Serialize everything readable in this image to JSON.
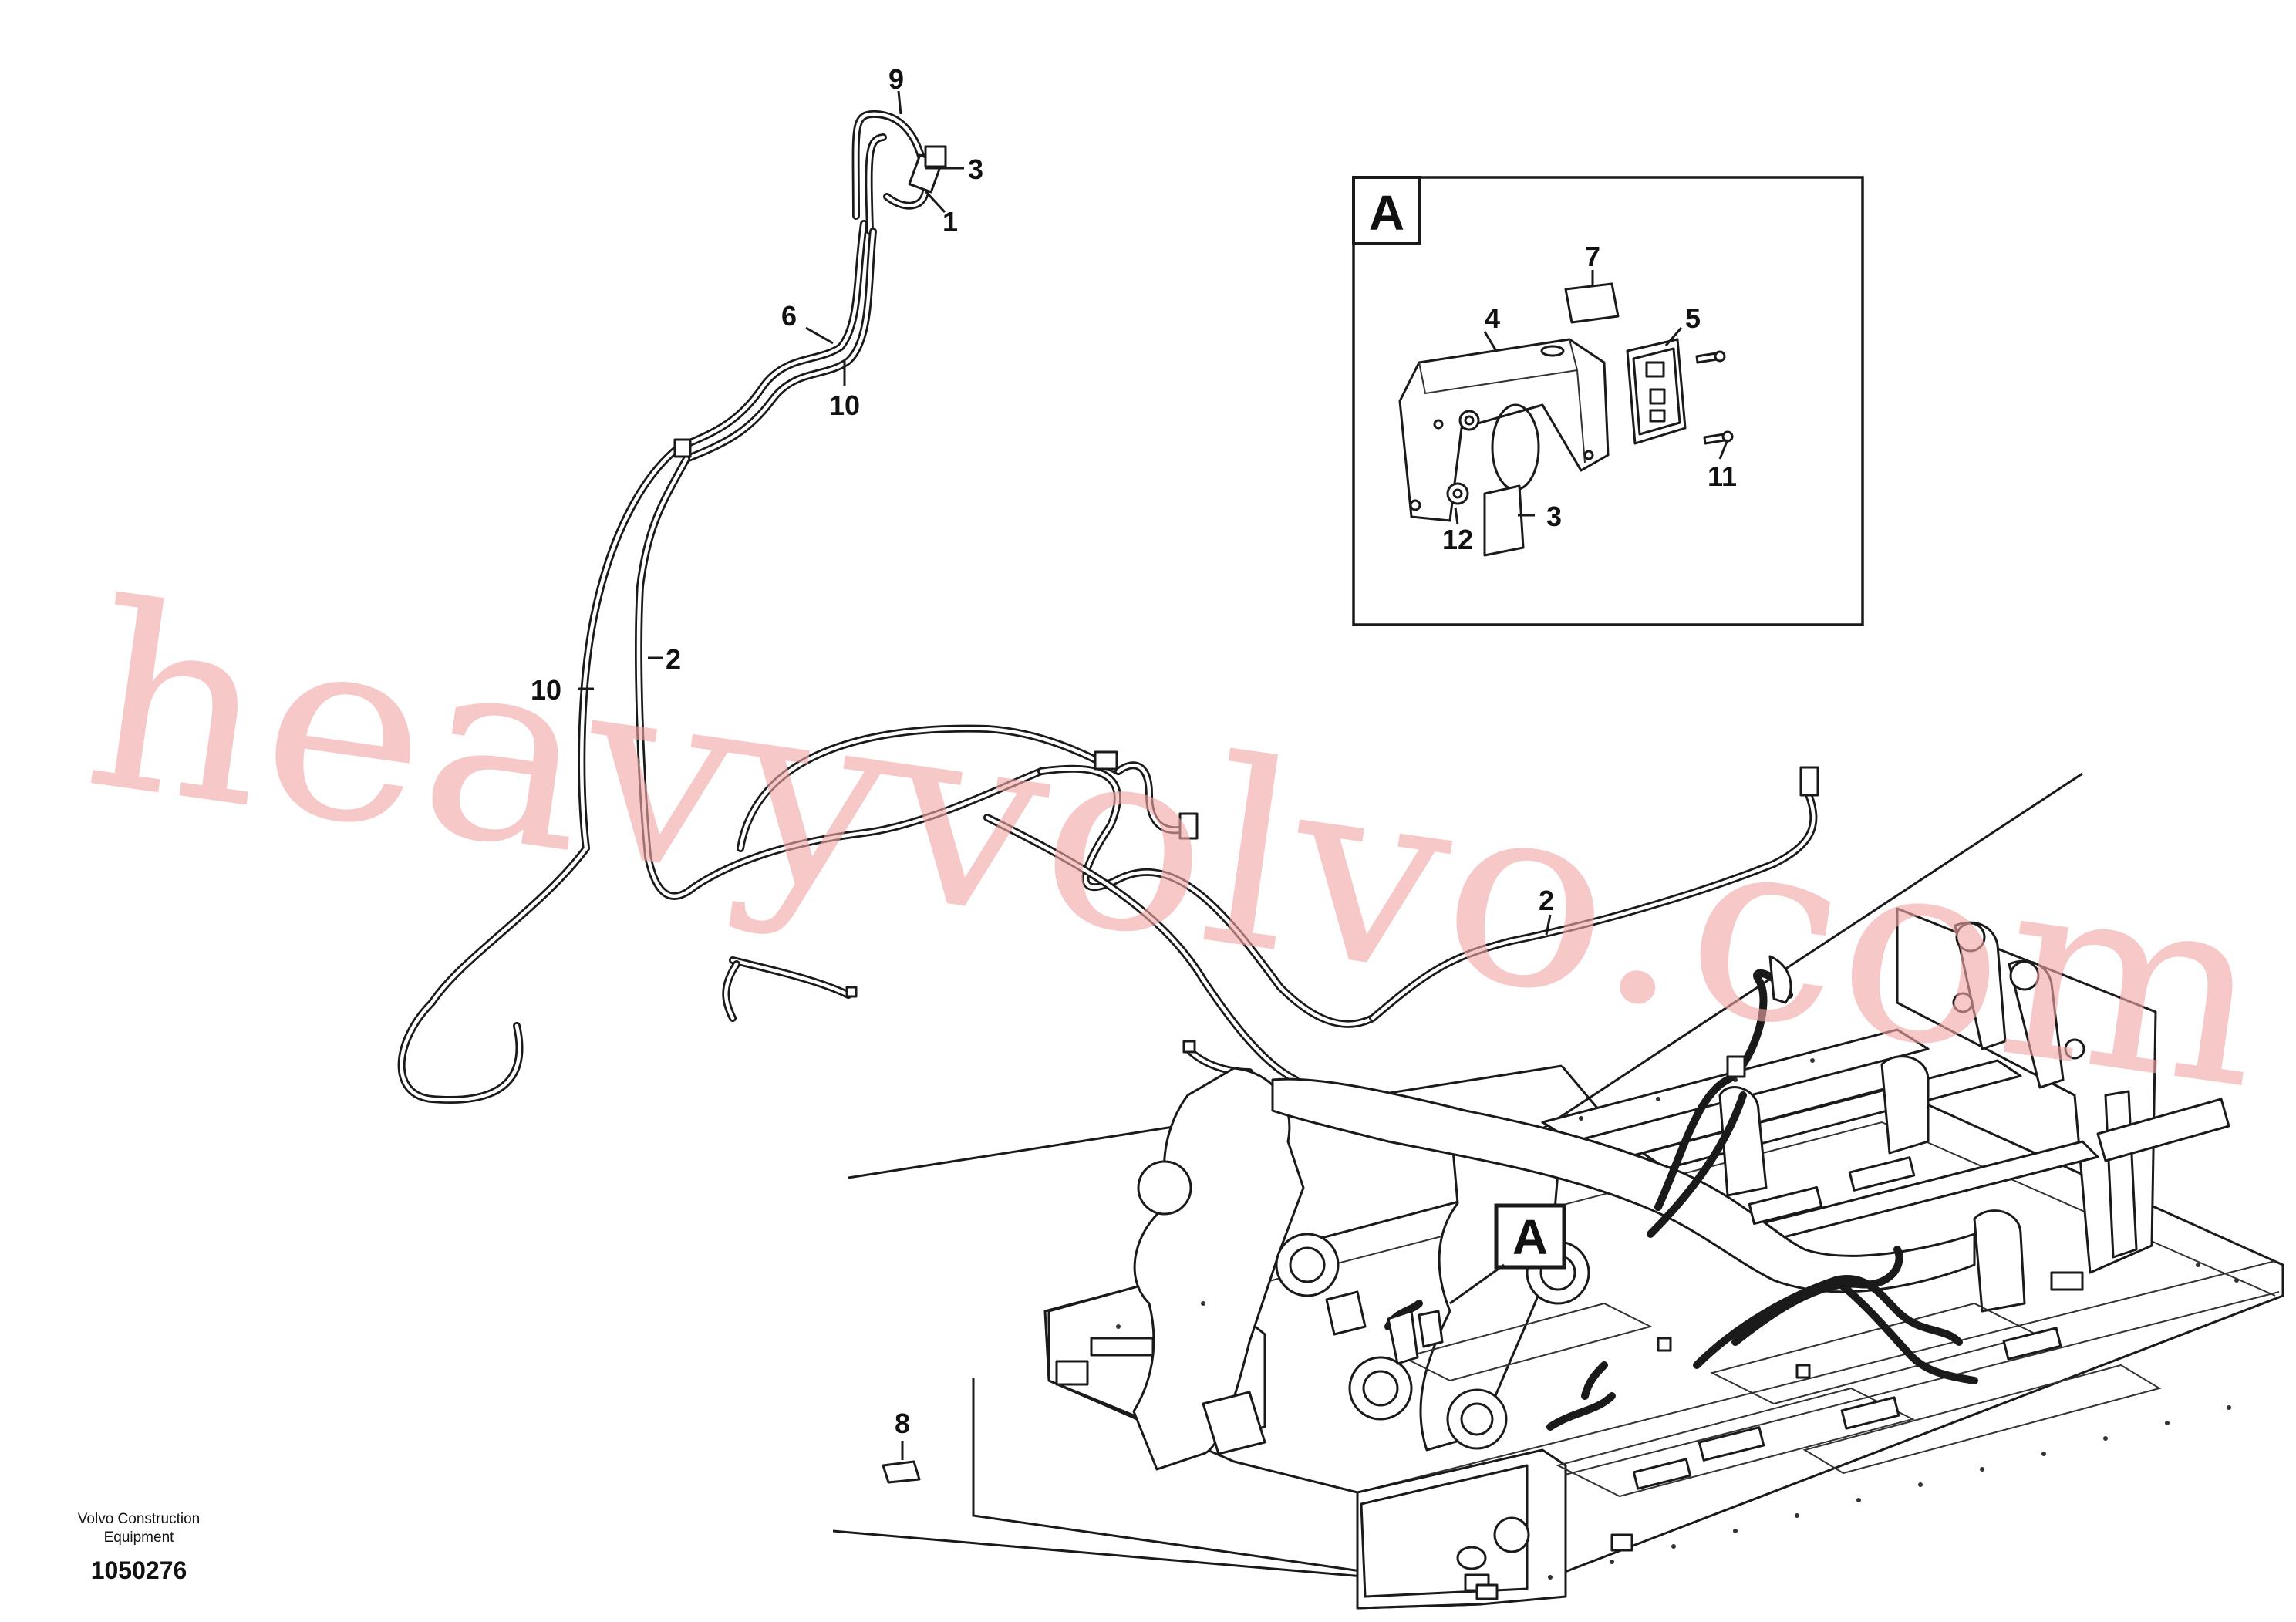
{
  "watermark": "heavyvolvo.com",
  "detail": {
    "label": "A"
  },
  "frame_tag": {
    "label": "A"
  },
  "callouts": {
    "c9": "9",
    "c3_top": "3",
    "c1": "1",
    "c6": "6",
    "c10_top": "10",
    "c10_left": "10",
    "c2_left": "2",
    "c2_right": "2",
    "c7": "7",
    "c4": "4",
    "c5": "5",
    "c11": "11",
    "c12": "12",
    "c3_detail": "3",
    "c8": "8"
  },
  "footer": {
    "brand_line1": "Volvo Construction",
    "brand_line2": "Equipment",
    "drawing_id": "1050276"
  },
  "colors": {
    "line": "#1a1a1a",
    "watermark": "#f2a6a6",
    "background": "#ffffff"
  }
}
